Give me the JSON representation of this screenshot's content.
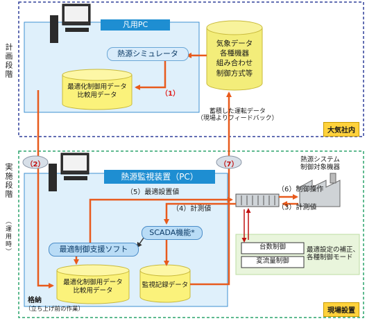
{
  "phases": {
    "plan": "計画段階",
    "impl": "実施段階",
    "impl_sub": "（運用時）"
  },
  "locations": {
    "top": "大気社内",
    "bottom": "現場設置"
  },
  "top_box": {
    "title": "凡用PC",
    "simulator": "熱源シミュレータ",
    "data_cyl": [
      "最適化制御用データ",
      "比較用データ"
    ],
    "db_cyl": [
      "気象データ",
      "各種機器",
      "組み合わせ",
      "制御方式等"
    ],
    "arrow1_label": "（1）"
  },
  "feedback_label": [
    "蓄積した運転データ",
    "（現場よりフィードバック）"
  ],
  "markers": {
    "m2": "（2）",
    "m7": "（7）"
  },
  "bottom_box": {
    "title": "熱源監視装置（PC）",
    "scada": "SCADA機能*",
    "support": "最適制御支援ソフト",
    "opt_cyl": [
      "最適化制御用データ",
      "比較用データ"
    ],
    "log_cyl": "監視記録データ",
    "storage": "格納",
    "storage_sub": "（立ち上げ前の作業）"
  },
  "flows": {
    "f5": "（5）最適設置値",
    "f4": "（4）計測値",
    "f6": "（6）制御操作",
    "f3": "（3）計測値"
  },
  "plant": {
    "title": [
      "熱源システム",
      "制御対象機器"
    ],
    "units": "台数制御",
    "flow": "変流量制御",
    "note": [
      "最適設定の補正、",
      "各種制御モード"
    ]
  },
  "colors": {
    "arrow": "#e85a1c",
    "accent_blue": "#1e8ed2",
    "top_border": "#2f3f9a",
    "bottom_border": "#2aa36b",
    "db_fill": "#f3ed7a",
    "cyl_fill": "#fbf27b",
    "box_fill": "#dff0fb",
    "green_fill": "#e9f5dc"
  },
  "icons": [
    "computer-icon",
    "computer-icon",
    "database-icon",
    "controller-icon",
    "factory-icon"
  ]
}
